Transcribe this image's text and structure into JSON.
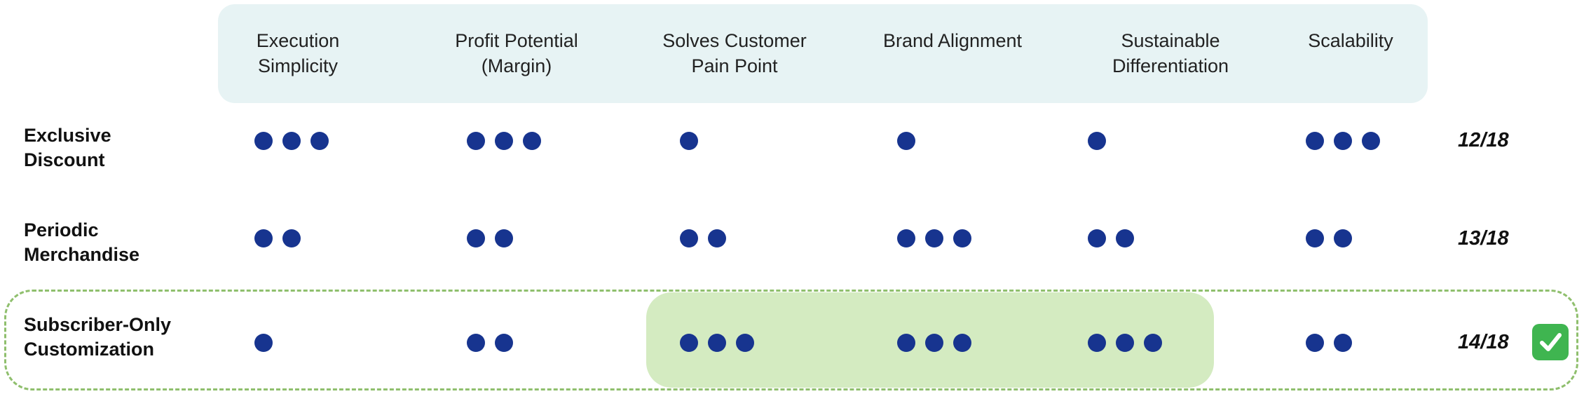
{
  "criteria": [
    {
      "label": "Execution\nSimplicity"
    },
    {
      "label": "Profit Potential\n(Margin)"
    },
    {
      "label": "Solves Customer\nPain Point"
    },
    {
      "label": "Brand Alignment"
    },
    {
      "label": "Sustainable\nDifferentiation"
    },
    {
      "label": "Scalability"
    }
  ],
  "options": [
    {
      "name": "Exclusive\nDiscount",
      "ratings": [
        3,
        3,
        1,
        1,
        1,
        3
      ],
      "score": "12/18"
    },
    {
      "name": "Periodic\nMerchandise",
      "ratings": [
        2,
        2,
        2,
        3,
        2,
        2
      ],
      "score": "13/18"
    },
    {
      "name": "Subscriber-Only\nCustomization",
      "ratings": [
        1,
        2,
        3,
        3,
        3,
        2
      ],
      "score": "14/18"
    }
  ],
  "selected_option": 2,
  "highlighted_criteria": [
    2,
    3,
    4
  ],
  "colors": {
    "dot": "#17348f",
    "header_band": "#e7f3f4",
    "highlight_fill": "#d4ebc1",
    "highlight_border": "#8fbf6d",
    "check": "#3fb550"
  },
  "icons": {
    "selected_marker": "check-mark-icon"
  }
}
